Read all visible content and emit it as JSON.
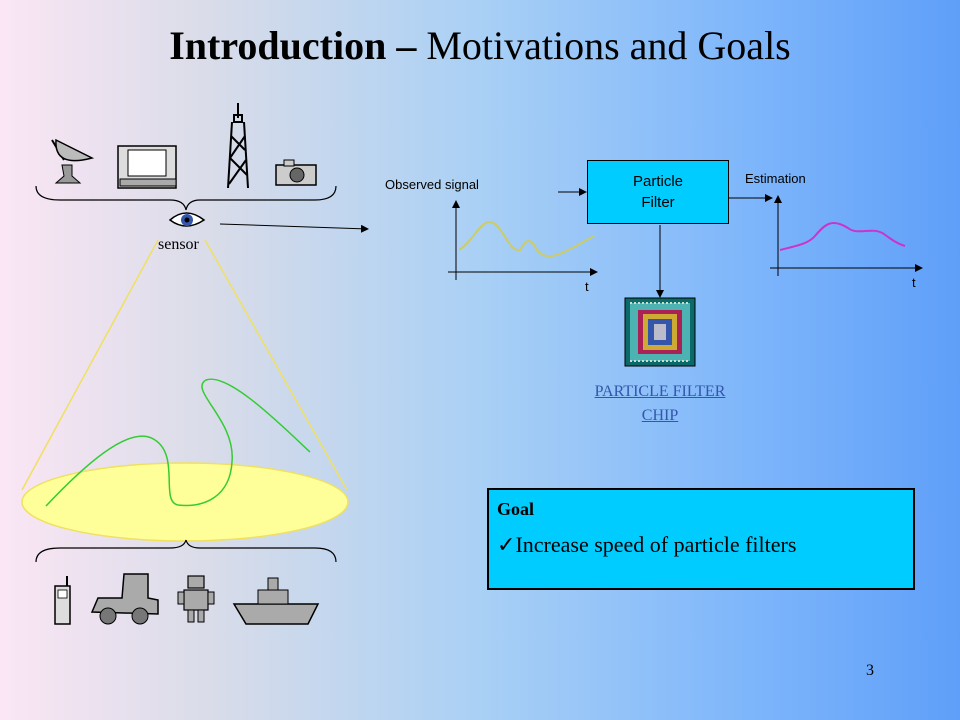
{
  "slide": {
    "title_bold": "Introduction –",
    "title_rest": " Motivations and Goals",
    "sensor_label": "sensor",
    "observed_signal_label": "Observed signal",
    "time_label_left": "t",
    "particle_filter_line1": "Particle",
    "particle_filter_line2": "Filter",
    "estimation_label": "Estimation",
    "time_label_right": "t",
    "chip_line1": "PARTICLE FILTER",
    "chip_line2": "CHIP",
    "goal_heading": "Goal",
    "goal_check": "✓",
    "goal_item": "Increase speed of particle filters",
    "page_number": "3"
  },
  "colors": {
    "box_fill": "#00ccff",
    "cone_outline": "#f0e060",
    "ellipse_fill": "#ffff99",
    "trajectory": "#33cc33",
    "observed_curve": "#cccc66",
    "estimation_curve": "#cc33cc",
    "link": "#3355aa"
  },
  "icons": {
    "top_devices": [
      "satellite-dish-icon",
      "computer-monitor-icon",
      "radio-tower-icon",
      "camera-icon"
    ],
    "sensor": "eye-icon",
    "targets": [
      "mobile-phone-icon",
      "truck-icon",
      "robot-icon",
      "ship-icon"
    ],
    "chip": "chip-icon"
  }
}
